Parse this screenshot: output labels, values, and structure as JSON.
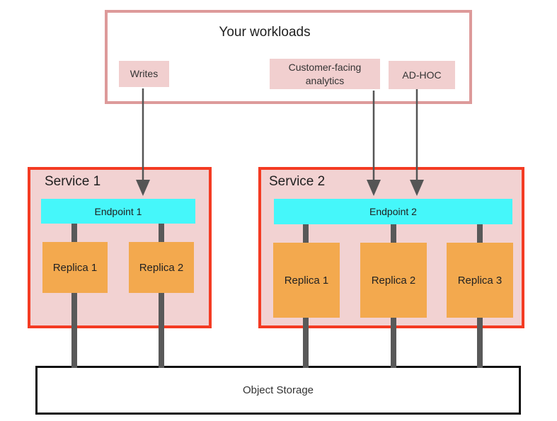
{
  "workloads": {
    "title": "Your workloads",
    "chips": [
      {
        "label": "Writes"
      },
      {
        "label": "Customer-facing analytics"
      },
      {
        "label": "AD-HOC"
      }
    ]
  },
  "services": [
    {
      "title": "Service 1",
      "endpoint_label": "Endpoint 1",
      "replicas": [
        {
          "label": "Replica 1"
        },
        {
          "label": "Replica 2"
        }
      ]
    },
    {
      "title": "Service 2",
      "endpoint_label": "Endpoint 2",
      "replicas": [
        {
          "label": "Replica 1"
        },
        {
          "label": "Replica 2"
        },
        {
          "label": "Replica 3"
        }
      ]
    }
  ],
  "storage": {
    "label": "Object Storage"
  },
  "connections": {
    "arrows": [
      {
        "from": "Writes",
        "to": "Endpoint 1"
      },
      {
        "from": "Customer-facing analytics",
        "to": "Endpoint 2"
      },
      {
        "from": "AD-HOC",
        "to": "Endpoint 2"
      }
    ],
    "links": [
      {
        "from": "Endpoint 1",
        "to": "Service 1 replicas"
      },
      {
        "from": "Service 1 replicas",
        "to": "Object Storage"
      },
      {
        "from": "Endpoint 2",
        "to": "Service 2 replicas"
      },
      {
        "from": "Service 2 replicas",
        "to": "Object Storage"
      }
    ]
  },
  "colors": {
    "workloads_border": "#dd9a9a",
    "chip_fill": "#f1cfcf",
    "service_border": "#f43b23",
    "service_fill": "#f2d2d2",
    "endpoint_fill": "#45f7fa",
    "replica_fill": "#f3a94e",
    "connector_gray": "#595959",
    "arrow_gray": "#555555",
    "storage_border": "#111111"
  }
}
